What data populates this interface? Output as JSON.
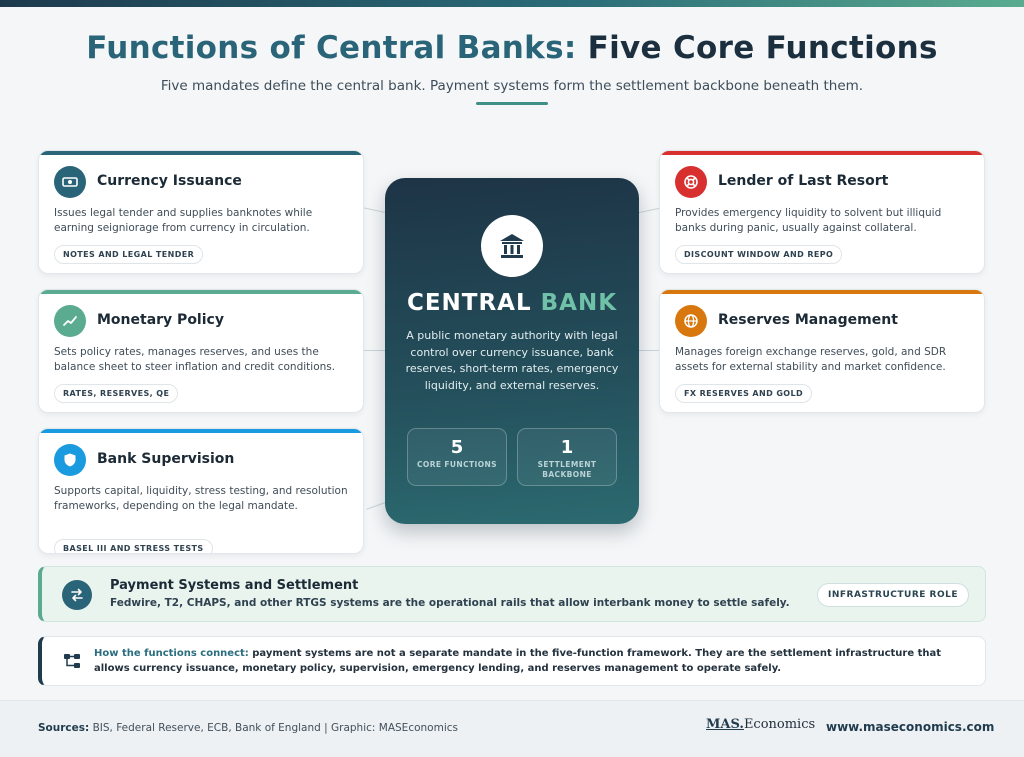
{
  "header": {
    "title_part1": "Functions of Central Banks:",
    "title_part2": "Five Core Functions",
    "subtitle": "Five mandates define the central bank. Payment systems form the settlement backbone beneath them."
  },
  "colors": {
    "currency": "#2a6478",
    "monetary": "#5aab8f",
    "supervision": "#1a9be0",
    "lender": "#d8302f",
    "reserves": "#d9770f"
  },
  "functions": [
    {
      "id": "currency",
      "title": "Currency Issuance",
      "icon": "banknote-icon",
      "description": "Issues legal tender and supplies banknotes while earning seigniorage from currency in circulation.",
      "tag": "NOTES AND LEGAL TENDER"
    },
    {
      "id": "monetary",
      "title": "Monetary Policy",
      "icon": "chart-line-icon",
      "description": "Sets policy rates, manages reserves, and uses the balance sheet to steer inflation and credit conditions.",
      "tag": "RATES, RESERVES, QE"
    },
    {
      "id": "supervision",
      "title": "Bank Supervision",
      "icon": "shield-icon",
      "description": "Supports capital, liquidity, stress testing, and resolution frameworks, depending on the legal mandate.",
      "tag": "BASEL III AND STRESS TESTS"
    },
    {
      "id": "lender",
      "title": "Lender of Last Resort",
      "icon": "lifebuoy-icon",
      "description": "Provides emergency liquidity to solvent but illiquid banks during panic, usually against collateral.",
      "tag": "DISCOUNT WINDOW AND REPO"
    },
    {
      "id": "reserves",
      "title": "Reserves Management",
      "icon": "globe-icon",
      "description": "Manages foreign exchange reserves, gold, and SDR assets for external stability and market confidence.",
      "tag": "FX RESERVES AND GOLD"
    }
  ],
  "center": {
    "icon": "bank-building-icon",
    "title_word1": "CENTRAL",
    "title_word2": "BANK",
    "description": "A public monetary authority with legal control over currency issuance, bank reserves, short-term rates, emergency liquidity, and external reserves.",
    "stats": [
      {
        "value": "5",
        "label": "CORE FUNCTIONS"
      },
      {
        "value": "1",
        "label": "SETTLEMENT BACKBONE"
      }
    ]
  },
  "payment": {
    "icon": "exchange-arrows-icon",
    "title": "Payment Systems and Settlement",
    "description": "Fedwire, T2, CHAPS, and other RTGS systems are the operational rails that allow interbank money to settle safely.",
    "role": "INFRASTRUCTURE ROLE"
  },
  "note": {
    "icon": "network-icon",
    "lead": "How the functions connect:",
    "text": " payment systems are not a separate mandate in the five-function framework. They are the settlement infrastructure that allows currency issuance, monetary policy, supervision, emergency lending, and reserves management to operate safely."
  },
  "footer": {
    "sources_label": "Sources:",
    "sources": " BIS, Federal Reserve, ECB, Bank of England | Graphic: MASEconomics",
    "logo_mas": "MAS.",
    "logo_rest": "Economics",
    "website": "www.maseconomics.com"
  }
}
